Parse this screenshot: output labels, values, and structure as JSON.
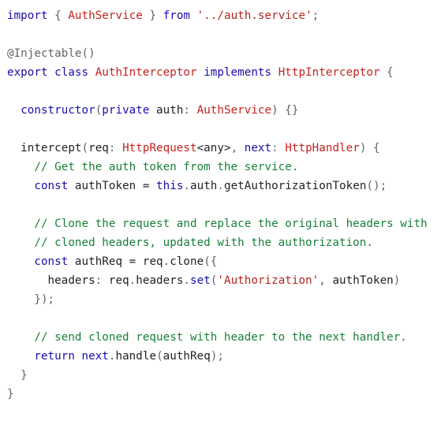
{
  "code_block": {
    "lines": [
      [
        {
          "t": "import",
          "c": "kw"
        },
        {
          "t": " { ",
          "c": "pn"
        },
        {
          "t": "AuthService",
          "c": "ty"
        },
        {
          "t": " } ",
          "c": "pn"
        },
        {
          "t": "from",
          "c": "kw"
        },
        {
          "t": " ",
          "c": "pn"
        },
        {
          "t": "'../auth.service'",
          "c": "str"
        },
        {
          "t": ";",
          "c": "pn"
        }
      ],
      [],
      [
        {
          "t": "@Injectable",
          "c": "dec"
        },
        {
          "t": "()",
          "c": "pn"
        }
      ],
      [
        {
          "t": "export",
          "c": "kw"
        },
        {
          "t": " ",
          "c": "pn"
        },
        {
          "t": "class",
          "c": "kw"
        },
        {
          "t": " ",
          "c": "pn"
        },
        {
          "t": "AuthInterceptor",
          "c": "ty"
        },
        {
          "t": " ",
          "c": "pn"
        },
        {
          "t": "implements",
          "c": "kw"
        },
        {
          "t": " ",
          "c": "pn"
        },
        {
          "t": "HttpInterceptor",
          "c": "ty"
        },
        {
          "t": " {",
          "c": "pn"
        }
      ],
      [],
      [
        {
          "t": "  ",
          "c": "pn"
        },
        {
          "t": "constructor",
          "c": "kw"
        },
        {
          "t": "(",
          "c": "pn"
        },
        {
          "t": "private",
          "c": "kw"
        },
        {
          "t": " ",
          "c": "pn"
        },
        {
          "t": "auth",
          "c": "tx"
        },
        {
          "t": ": ",
          "c": "pn"
        },
        {
          "t": "AuthService",
          "c": "ty"
        },
        {
          "t": ") {}",
          "c": "pn"
        }
      ],
      [],
      [
        {
          "t": "  intercept",
          "c": "tx"
        },
        {
          "t": "(",
          "c": "pn"
        },
        {
          "t": "req",
          "c": "tx"
        },
        {
          "t": ": ",
          "c": "pn"
        },
        {
          "t": "HttpRequest",
          "c": "ty"
        },
        {
          "t": "<any>",
          "c": "tx"
        },
        {
          "t": ", ",
          "c": "pn"
        },
        {
          "t": "next",
          "c": "kw"
        },
        {
          "t": ": ",
          "c": "pn"
        },
        {
          "t": "HttpHandler",
          "c": "ty"
        },
        {
          "t": ") {",
          "c": "pn"
        }
      ],
      [
        {
          "t": "    // Get the auth token from the service.",
          "c": "cm"
        }
      ],
      [
        {
          "t": "    ",
          "c": "pn"
        },
        {
          "t": "const",
          "c": "kw"
        },
        {
          "t": " authToken = ",
          "c": "tx"
        },
        {
          "t": "this",
          "c": "kw"
        },
        {
          "t": ".",
          "c": "pn"
        },
        {
          "t": "auth",
          "c": "tx"
        },
        {
          "t": ".",
          "c": "pn"
        },
        {
          "t": "getAuthorizationToken",
          "c": "tx"
        },
        {
          "t": "();",
          "c": "pn"
        }
      ],
      [],
      [
        {
          "t": "    // Clone the request and replace the original headers with",
          "c": "cm"
        }
      ],
      [
        {
          "t": "    // cloned headers, updated with the authorization.",
          "c": "cm"
        }
      ],
      [
        {
          "t": "    ",
          "c": "pn"
        },
        {
          "t": "const",
          "c": "kw"
        },
        {
          "t": " authReq = req",
          "c": "tx"
        },
        {
          "t": ".",
          "c": "pn"
        },
        {
          "t": "clone",
          "c": "tx"
        },
        {
          "t": "({",
          "c": "pn"
        }
      ],
      [
        {
          "t": "      headers",
          "c": "tx"
        },
        {
          "t": ": ",
          "c": "pn"
        },
        {
          "t": "req",
          "c": "tx"
        },
        {
          "t": ".",
          "c": "pn"
        },
        {
          "t": "headers",
          "c": "tx"
        },
        {
          "t": ".",
          "c": "pn"
        },
        {
          "t": "set",
          "c": "kw"
        },
        {
          "t": "(",
          "c": "pn"
        },
        {
          "t": "'Authorization'",
          "c": "str"
        },
        {
          "t": ", ",
          "c": "pn"
        },
        {
          "t": "authToken",
          "c": "tx"
        },
        {
          "t": ")",
          "c": "pn"
        }
      ],
      [
        {
          "t": "    });",
          "c": "pn"
        }
      ],
      [],
      [
        {
          "t": "    // send cloned request with header to the next handler.",
          "c": "cm"
        }
      ],
      [
        {
          "t": "    ",
          "c": "pn"
        },
        {
          "t": "return",
          "c": "kw"
        },
        {
          "t": " ",
          "c": "pn"
        },
        {
          "t": "next",
          "c": "kw"
        },
        {
          "t": ".",
          "c": "pn"
        },
        {
          "t": "handle",
          "c": "tx"
        },
        {
          "t": "(",
          "c": "pn"
        },
        {
          "t": "authReq",
          "c": "tx"
        },
        {
          "t": ");",
          "c": "pn"
        }
      ],
      [
        {
          "t": "  }",
          "c": "pn"
        }
      ],
      [
        {
          "t": "}",
          "c": "pn"
        }
      ]
    ],
    "colors": {
      "keyword": "#1a0dab",
      "type": "#c5221f",
      "string": "#b3261e",
      "comment": "#188038",
      "punctuation": "#5f6368",
      "text": "#202124",
      "background": "#ffffff"
    }
  }
}
